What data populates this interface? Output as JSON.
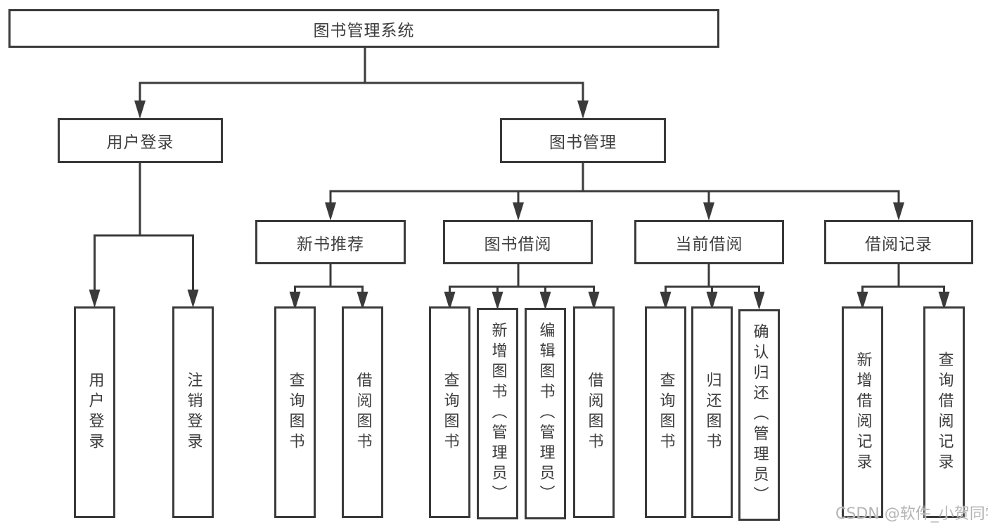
{
  "colors": {
    "line": "#3a3a3a",
    "text": "#3d3d3d",
    "box_background": "#ffffff",
    "watermark": "#b5b5b5"
  },
  "watermark": "CSDN @软件_小贺同学",
  "nodes": {
    "root": "图书管理系统",
    "user_login": "用户登录",
    "book_mgmt": "图书管理",
    "new_book_rec": "新书推荐",
    "book_borrow": "图书借阅",
    "current_borrow": "当前借阅",
    "borrow_record": "借阅记录",
    "leaf_user_login": "用户登录",
    "leaf_logout": "注销登录",
    "leaf_query_book_rec": "查询图书",
    "leaf_borrow_book_rec": "借阅图书",
    "leaf_query_book_borrow": "查询图书",
    "leaf_add_book_admin": "新增图书（管理员）",
    "leaf_edit_book_admin": "编辑图书（管理员）",
    "leaf_borrow_book_borrow": "借阅图书",
    "leaf_query_book_current": "查询图书",
    "leaf_return_book": "归还图书",
    "leaf_confirm_return_admin": "确认归还（管理员）",
    "leaf_add_borrow_record": "新增借阅记录",
    "leaf_query_borrow_record": "查询借阅记录"
  }
}
